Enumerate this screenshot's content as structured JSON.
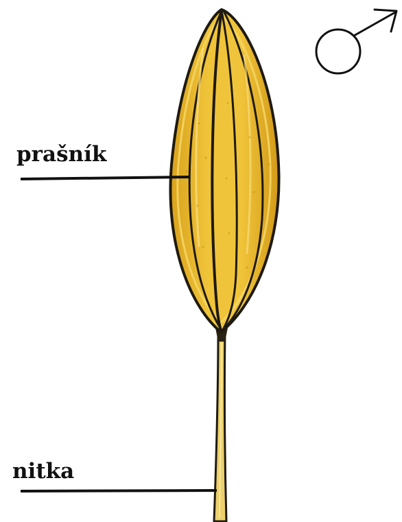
{
  "labels": {
    "anther": "prašník",
    "filament": "nitka"
  },
  "symbol": {
    "name": "male-symbol-icon",
    "meaning": "male"
  },
  "colors": {
    "anther_fill": "#e8b62a",
    "anther_highlight": "#f2cf52",
    "outline": "#1e1a10",
    "leader_line": "#111111",
    "filament_fill": "#ecd06a",
    "background": "#ffffff"
  }
}
